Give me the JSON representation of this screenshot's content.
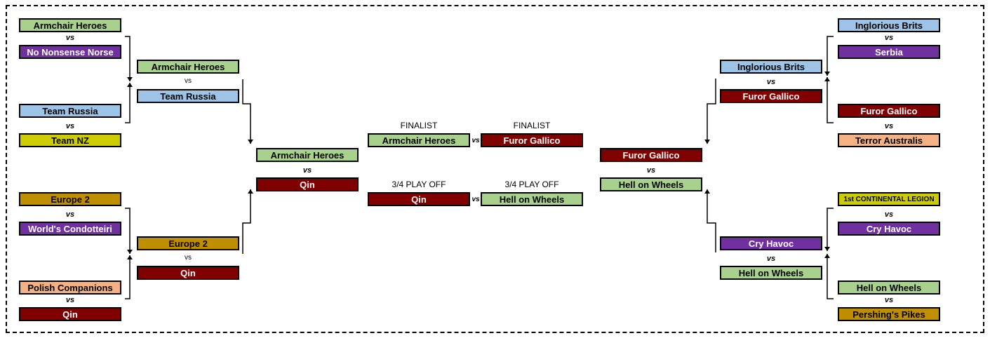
{
  "colors": {
    "green": "#a9d18e",
    "purple": "#7030a0",
    "blue": "#9dc3e6",
    "yellow": "#cccc00",
    "gold": "#bf8f00",
    "salmon": "#f4b183",
    "darkred": "#800000"
  },
  "vs_text": "vs",
  "left": {
    "r1": [
      {
        "a": {
          "name": "Armchair Heroes",
          "color": "green"
        },
        "b": {
          "name": "No Nonsense Norse",
          "color": "purple"
        }
      },
      {
        "a": {
          "name": "Team Russia",
          "color": "blue"
        },
        "b": {
          "name": "Team NZ",
          "color": "yellow"
        }
      },
      {
        "a": {
          "name": "Europe 2",
          "color": "gold"
        },
        "b": {
          "name": "World's Condotteiri",
          "color": "purple"
        }
      },
      {
        "a": {
          "name": "Polish Companions",
          "color": "salmon"
        },
        "b": {
          "name": "Qin",
          "color": "darkred"
        }
      }
    ],
    "r2": [
      {
        "a": {
          "name": "Armchair Heroes",
          "color": "green"
        },
        "b": {
          "name": "Team Russia",
          "color": "blue"
        }
      },
      {
        "a": {
          "name": "Europe 2",
          "color": "gold"
        },
        "b": {
          "name": "Qin",
          "color": "darkred"
        }
      }
    ],
    "r3": {
      "a": {
        "name": "Armchair Heroes",
        "color": "green"
      },
      "b": {
        "name": "Qin",
        "color": "darkred"
      }
    }
  },
  "right": {
    "r1": [
      {
        "a": {
          "name": "Inglorious Brits",
          "color": "blue"
        },
        "b": {
          "name": "Serbia",
          "color": "purple"
        }
      },
      {
        "a": {
          "name": "Furor Gallico",
          "color": "darkred"
        },
        "b": {
          "name": "Terror Australis",
          "color": "salmon"
        }
      },
      {
        "a": {
          "name": "1st CONTINENTAL LEGION",
          "color": "yellow"
        },
        "b": {
          "name": "Cry Havoc",
          "color": "purple"
        }
      },
      {
        "a": {
          "name": "Hell on Wheels",
          "color": "green"
        },
        "b": {
          "name": "Pershing's Pikes",
          "color": "gold"
        }
      }
    ],
    "r2": [
      {
        "a": {
          "name": "Inglorious Brits",
          "color": "blue"
        },
        "b": {
          "name": "Furor Gallico",
          "color": "darkred"
        }
      },
      {
        "a": {
          "name": "Cry Havoc",
          "color": "purple"
        },
        "b": {
          "name": "Hell on Wheels",
          "color": "green"
        }
      }
    ],
    "r3": {
      "a": {
        "name": "Furor Gallico",
        "color": "darkred"
      },
      "b": {
        "name": "Hell on Wheels",
        "color": "green"
      }
    }
  },
  "final": {
    "label_left": "FINALIST",
    "label_right": "FINALIST",
    "a": {
      "name": "Armchair Heroes",
      "color": "green"
    },
    "b": {
      "name": "Furor Gallico",
      "color": "darkred"
    }
  },
  "playoff": {
    "label_left": "3/4 PLAY OFF",
    "label_right": "3/4 PLAY OFF",
    "a": {
      "name": "Qin",
      "color": "darkred"
    },
    "b": {
      "name": "Hell on Wheels",
      "color": "green"
    }
  }
}
